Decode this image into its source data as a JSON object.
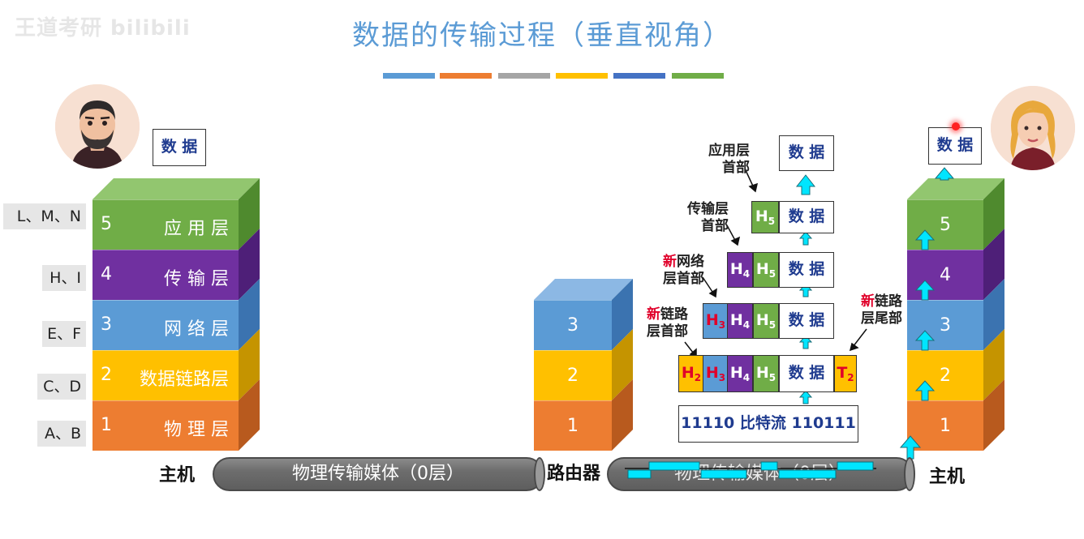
{
  "title": "数据的传输过程（垂直视角）",
  "watermark": "王道考研 bilibili",
  "colors": {
    "title": "#5b9bd5",
    "layer5": "#70ad47",
    "layer4": "#7030a0",
    "layer3": "#5b9bd5",
    "layer2": "#ffc000",
    "layer1": "#ed7d31",
    "accent_red": "#e0002a",
    "arrow": "#00e5ff",
    "bar": [
      "#5b9bd5",
      "#ed7d31",
      "#a5a5a5",
      "#ffc000",
      "#4472c4",
      "#70ad47"
    ]
  },
  "data_box": "数 据",
  "sender": {
    "label": "主机",
    "layers": [
      {
        "num": "5",
        "name": "应 用 层",
        "side": "L、M、N"
      },
      {
        "num": "4",
        "name": "传 输 层",
        "side": "H、I"
      },
      {
        "num": "3",
        "name": "网 络 层",
        "side": "E、F"
      },
      {
        "num": "2",
        "name": "数据链路层",
        "side": "C、D"
      },
      {
        "num": "1",
        "name": "物 理 层",
        "side": "A、B"
      }
    ]
  },
  "router": {
    "label": "路由器",
    "layers": [
      "3",
      "2",
      "1"
    ]
  },
  "receiver": {
    "label": "主机",
    "layers": [
      "5",
      "4",
      "3",
      "2",
      "1"
    ]
  },
  "pipe_left": "物理传输媒体（0层）",
  "pipe_right": "物理传输媒体（0层）",
  "encap": {
    "data": "数 据",
    "h2": "H",
    "h2sub": "2",
    "h3": "H",
    "h3sub": "3",
    "h4": "H",
    "h4sub": "4",
    "h5": "H",
    "h5sub": "5",
    "t2": "T",
    "t2sub": "2",
    "bits": "11110 比特流 110111"
  },
  "annotations": {
    "app_header": [
      "应用层",
      "首部"
    ],
    "transport_header": [
      "传输层",
      "首部"
    ],
    "network_header_new": "新",
    "network_header": [
      "网络",
      "层首部"
    ],
    "link_header_new": "新",
    "link_header": [
      "链路",
      "层首部"
    ],
    "link_trailer_new": "新",
    "link_trailer": [
      "链路",
      "层尾部"
    ]
  }
}
